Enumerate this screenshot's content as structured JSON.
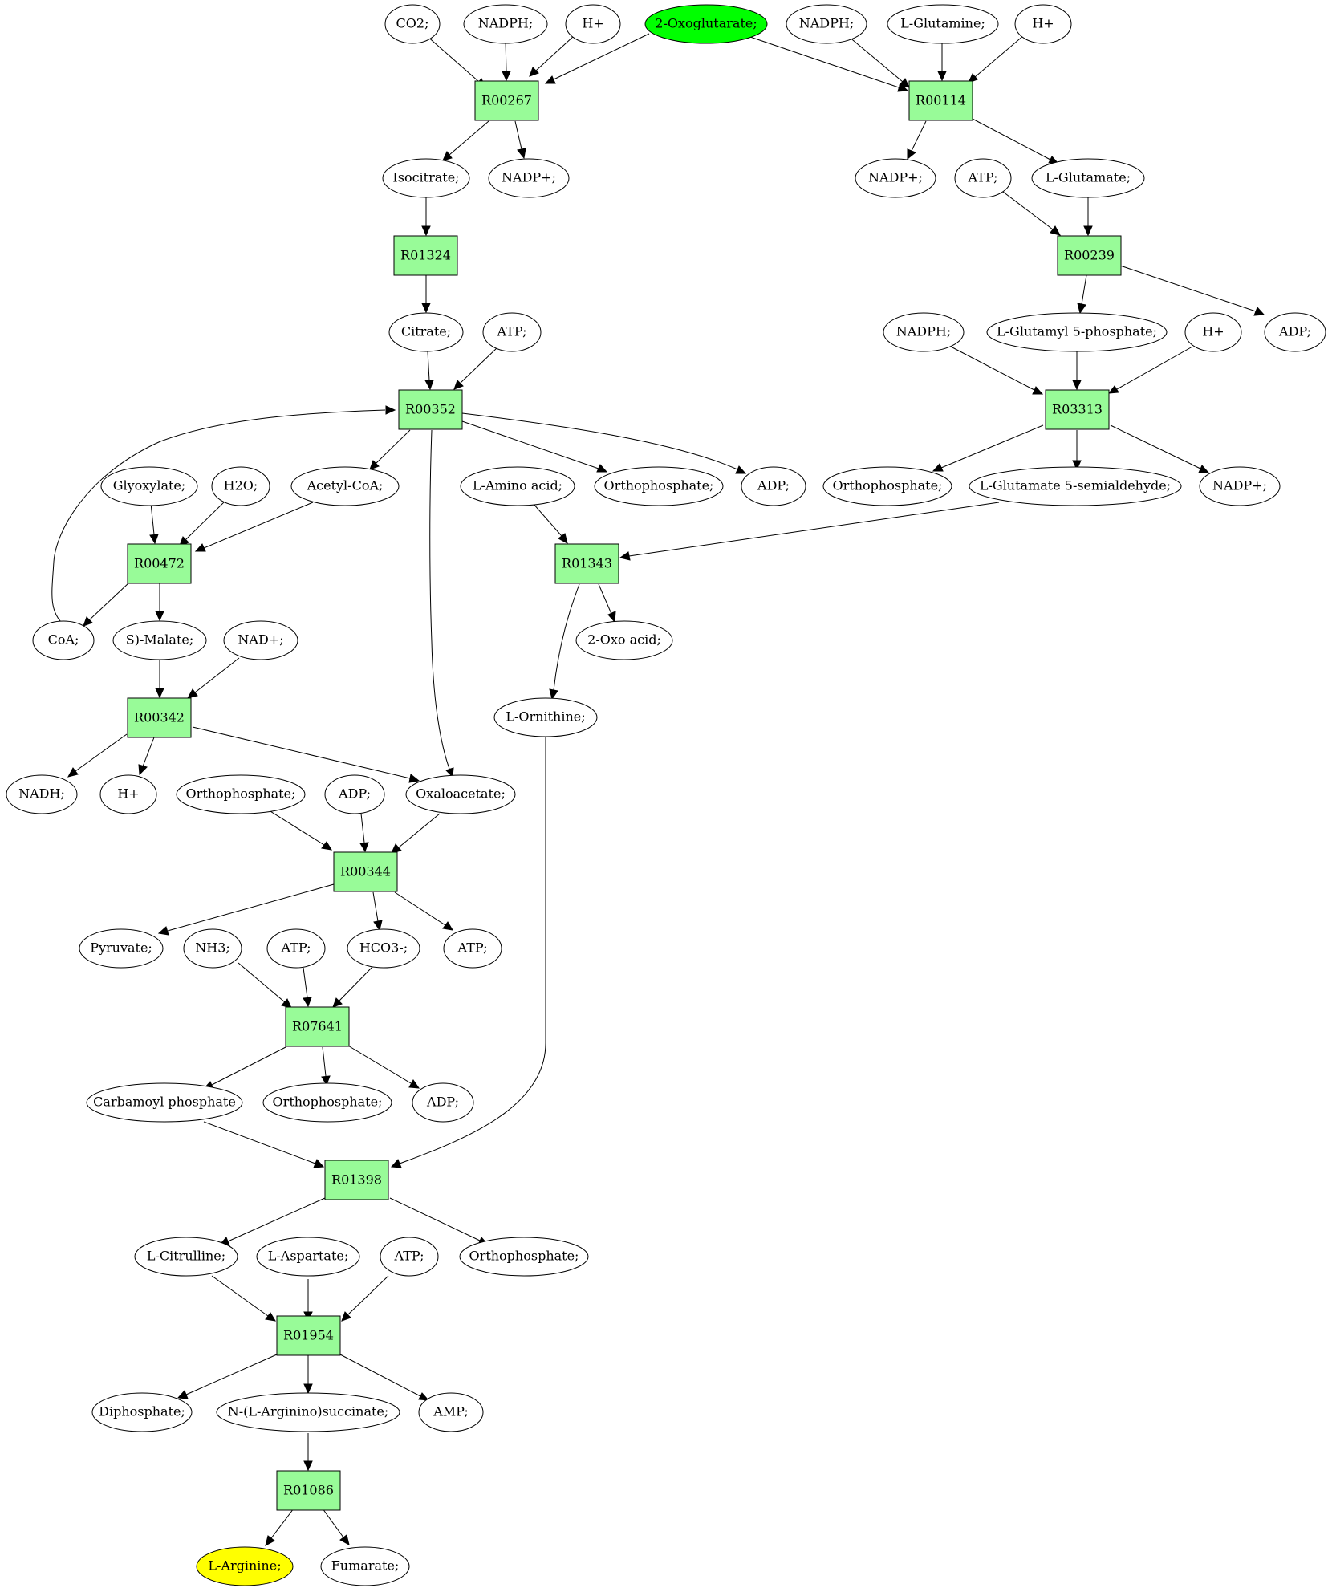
{
  "pathway": {
    "reactions": {
      "r00267": "R00267",
      "r00114": "R00114",
      "r01324": "R01324",
      "r00239": "R00239",
      "r00352": "R00352",
      "r03313": "R03313",
      "r00472": "R00472",
      "r01343": "R01343",
      "r00342": "R00342",
      "r00344": "R00344",
      "r07641": "R07641",
      "r01398": "R01398",
      "r01954": "R01954",
      "r01086": "R01086"
    },
    "compounds": {
      "co2": "CO2;",
      "nadph_1": "NADPH;",
      "hplus_1": "H+",
      "oxoglutarate": "2-Oxoglutarate;",
      "nadph_2": "NADPH;",
      "glutamine": "L-Glutamine;",
      "hplus_2": "H+",
      "isocitrate": "Isocitrate;",
      "nadp_1": "NADP+;",
      "nadp_2": "NADP+;",
      "atp_1": "ATP;",
      "glutamate": "L-Glutamate;",
      "citrate": "Citrate;",
      "atp_2": "ATP;",
      "nadph_3": "NADPH;",
      "glutamyl_phosphate": "L-Glutamyl 5-phosphate;",
      "hplus_3": "H+",
      "adp_1": "ADP;",
      "glyoxylate": "Glyoxylate;",
      "h2o": "H2O;",
      "acetyl_coa": "Acetyl-CoA;",
      "amino_acid": "L-Amino acid;",
      "orthophosphate_1": "Orthophosphate;",
      "adp_2": "ADP;",
      "orthophosphate_2": "Orthophosphate;",
      "glutamate_semialdehyde": "L-Glutamate 5-semialdehyde;",
      "nadp_3": "NADP+;",
      "coa": "CoA;",
      "malate": "S)-Malate;",
      "nad": "NAD+;",
      "oxo_acid": "2-Oxo acid;",
      "ornithine": "L-Ornithine;",
      "nadh": "NADH;",
      "hplus_4": "H+",
      "orthophosphate_3": "Orthophosphate;",
      "adp_3": "ADP;",
      "oxaloacetate": "Oxaloacetate;",
      "pyruvate": "Pyruvate;",
      "nh3": "NH3;",
      "atp_3": "ATP;",
      "hco3": "HCO3-;",
      "atp_4": "ATP;",
      "carbamoyl_phosphate": "Carbamoyl phosphate",
      "orthophosphate_4": "Orthophosphate;",
      "adp_4": "ADP;",
      "citrulline": "L-Citrulline;",
      "aspartate": "L-Aspartate;",
      "atp_5": "ATP;",
      "orthophosphate_5": "Orthophosphate;",
      "diphosphate": "Diphosphate;",
      "arginino_succinate": "N-(L-Arginino)succinate;",
      "amp": "AMP;",
      "arginine": "L-Arginine;",
      "fumarate": "Fumarate;"
    },
    "colors": {
      "reaction_fill": "#98fb98",
      "start_compound_fill": "#00ff00",
      "target_compound_fill": "#ffff00",
      "compound_fill": "#ffffff"
    }
  }
}
